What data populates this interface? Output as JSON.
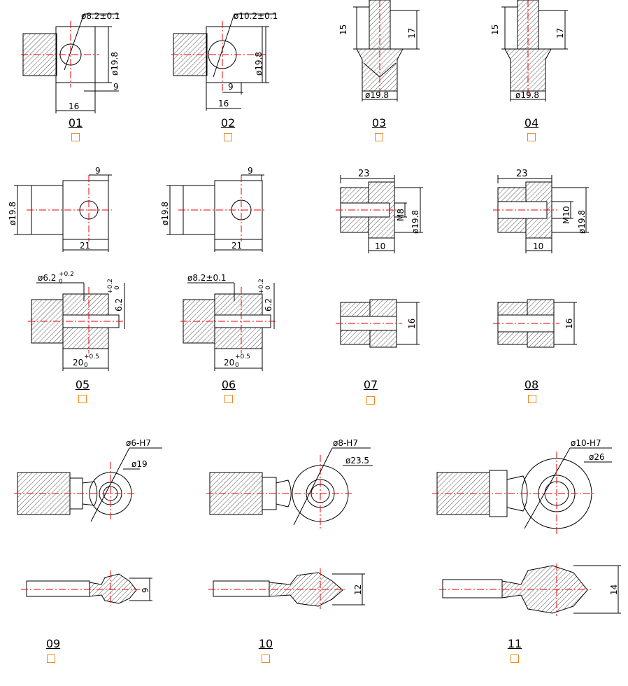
{
  "colors": {
    "outline": "#000000",
    "centerline": "#e00000",
    "hatch": "#555555",
    "checkbox": "#f08a1c"
  },
  "parts": [
    {
      "id": "01",
      "dims": [
        "ø8.2±0.1",
        "ø19.8",
        "9",
        "16"
      ]
    },
    {
      "id": "02",
      "dims": [
        "ø10.2±0.1",
        "ø19.8",
        "9",
        "16"
      ]
    },
    {
      "id": "03",
      "dims": [
        "15",
        "17",
        "ø19.8"
      ]
    },
    {
      "id": "04",
      "dims": [
        "15",
        "17",
        "ø19.8"
      ]
    },
    {
      "id": "05",
      "dims": [
        "ø19.8",
        "9",
        "21",
        "ø6.2",
        "+0.2",
        "0",
        "6.2",
        "+0.2",
        "0",
        "20",
        "+0.5",
        "0"
      ]
    },
    {
      "id": "06",
      "dims": [
        "ø19.8",
        "9",
        "21",
        "ø8.2±0.1",
        "6.2",
        "+0.2",
        "0",
        "20",
        "+0.5",
        "0"
      ]
    },
    {
      "id": "07",
      "dims": [
        "23",
        "M8",
        "ø19.8",
        "10",
        "16"
      ]
    },
    {
      "id": "08",
      "dims": [
        "23",
        "M10",
        "ø19.8",
        "10",
        "16"
      ]
    },
    {
      "id": "09",
      "dims": [
        "ø6-H7",
        "ø19",
        "9"
      ]
    },
    {
      "id": "10",
      "dims": [
        "ø8-H7",
        "ø23.5",
        "12"
      ]
    },
    {
      "id": "11",
      "dims": [
        "ø10-H7",
        "ø26",
        "14"
      ]
    }
  ]
}
